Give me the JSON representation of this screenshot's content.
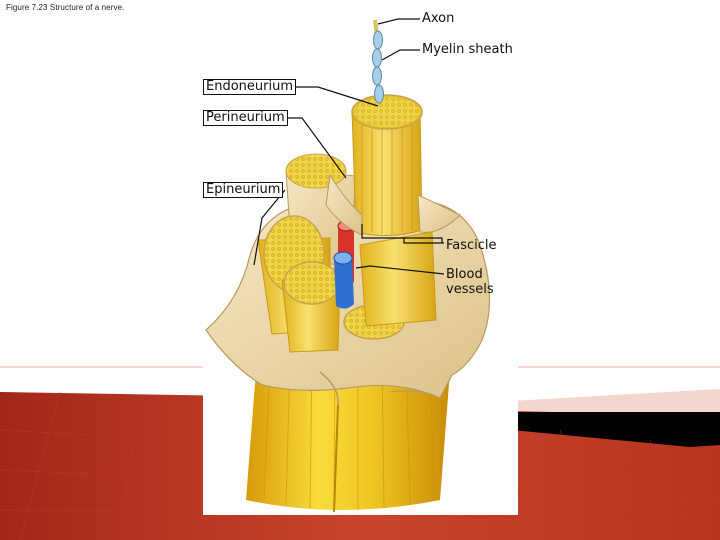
{
  "caption": "Figure 7.23 Structure of a nerve.",
  "labels": {
    "axon": "Axon",
    "myelin_sheath": "Myelin sheath",
    "endoneurium": "Endoneurium",
    "perineurium": "Perineurium",
    "epineurium": "Epineurium",
    "fascicle": "Fascicle",
    "blood_vessels": "Blood\nvessels"
  },
  "colors": {
    "slide_accent_red": "#c0392b",
    "slide_accent_dark": "#8e1e12",
    "band_black": "#000000",
    "nerve_yellow": "#e9b91e",
    "connective_tissue": "#ecd9a8",
    "artery_red": "#d8342c",
    "vein_blue": "#2f6fd0",
    "myelin_blue": "#a9cfe8"
  }
}
